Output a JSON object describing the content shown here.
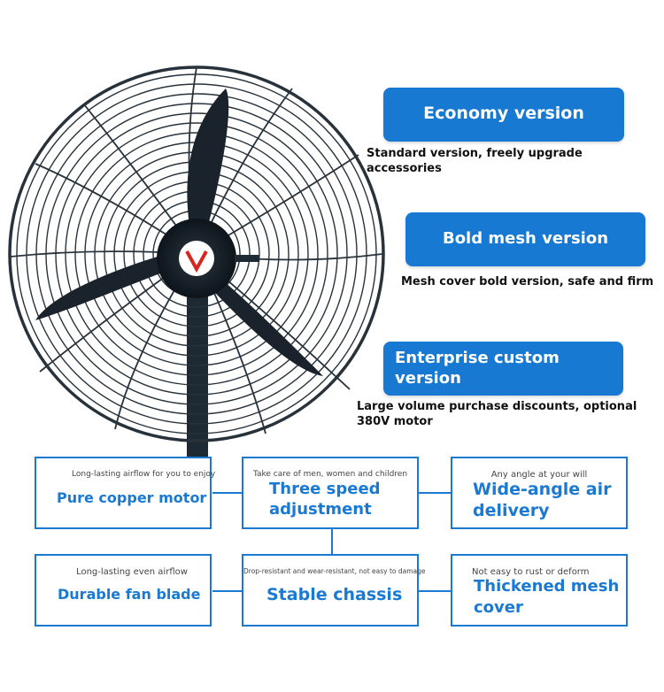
{
  "versions": [
    {
      "title": "Economy version",
      "desc": "Standard version, freely upgrade accessories"
    },
    {
      "title": "Bold mesh version",
      "desc": "Mesh cover bold version, safe and firm"
    },
    {
      "title": "Enterprise custom version",
      "desc": "Large volume purchase discounts, optional 380V motor"
    }
  ],
  "features": [
    {
      "small": "Long-lasting airflow for you to enjoy",
      "title": "Pure copper motor"
    },
    {
      "small": "Take care of men, women and children",
      "title": "Three speed adjustment"
    },
    {
      "small": "Any angle at your will",
      "title": "Wide-angle air delivery"
    },
    {
      "small": "Long-lasting even airflow",
      "title": "Durable fan blade"
    },
    {
      "small": "Drop-resistant and wear-resistant, not easy to damage",
      "title": "Stable chassis"
    },
    {
      "small": "Not easy to rust or deform",
      "title": "Thickened mesh cover"
    }
  ],
  "colors": {
    "accent": "#1779d2",
    "fan_dark": "#1e2a33"
  },
  "icons": [
    "fan-image",
    "brand-logo"
  ]
}
